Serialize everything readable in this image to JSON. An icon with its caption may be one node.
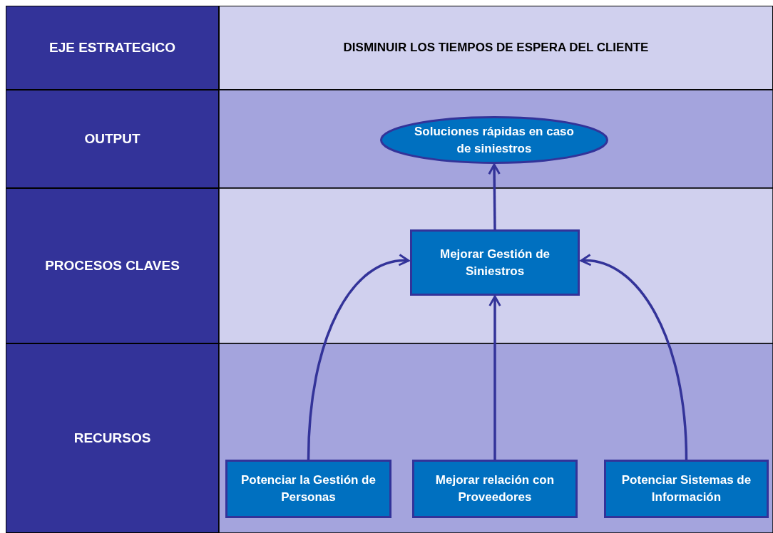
{
  "diagram": {
    "nodes": [
      {
        "text": [
          "EJE ESTRATEGICO"
        ]
      },
      {
        "text": [
          "OUTPUT"
        ]
      },
      {
        "text": [
          "PROCESOS CLAVES"
        ]
      },
      {
        "text": [
          "RECURSOS"
        ]
      },
      {
        "text": [
          "DISMINUIR LOS TIEMPOS DE ESPERA DEL CLIENTE"
        ]
      },
      {
        "text": [
          "Soluciones rápidas en caso de siniestros"
        ]
      },
      {
        "text": [
          "Mejorar Gestión de Siniestros"
        ]
      },
      {
        "text": [
          "Potenciar la Gestión de Personas"
        ]
      },
      {
        "text": [
          "Mejorar relación con Proveedores"
        ]
      },
      {
        "text": [
          "Potenciar Sistemas de Información"
        ]
      }
    ],
    "edges": [
      {
        "from": 6,
        "to": 5,
        "arrow": "to"
      },
      {
        "from": 7,
        "to": 6,
        "arrow": "to"
      },
      {
        "from": 8,
        "to": 6,
        "arrow": "to"
      },
      {
        "from": 9,
        "to": 6,
        "arrow": "to"
      }
    ]
  }
}
